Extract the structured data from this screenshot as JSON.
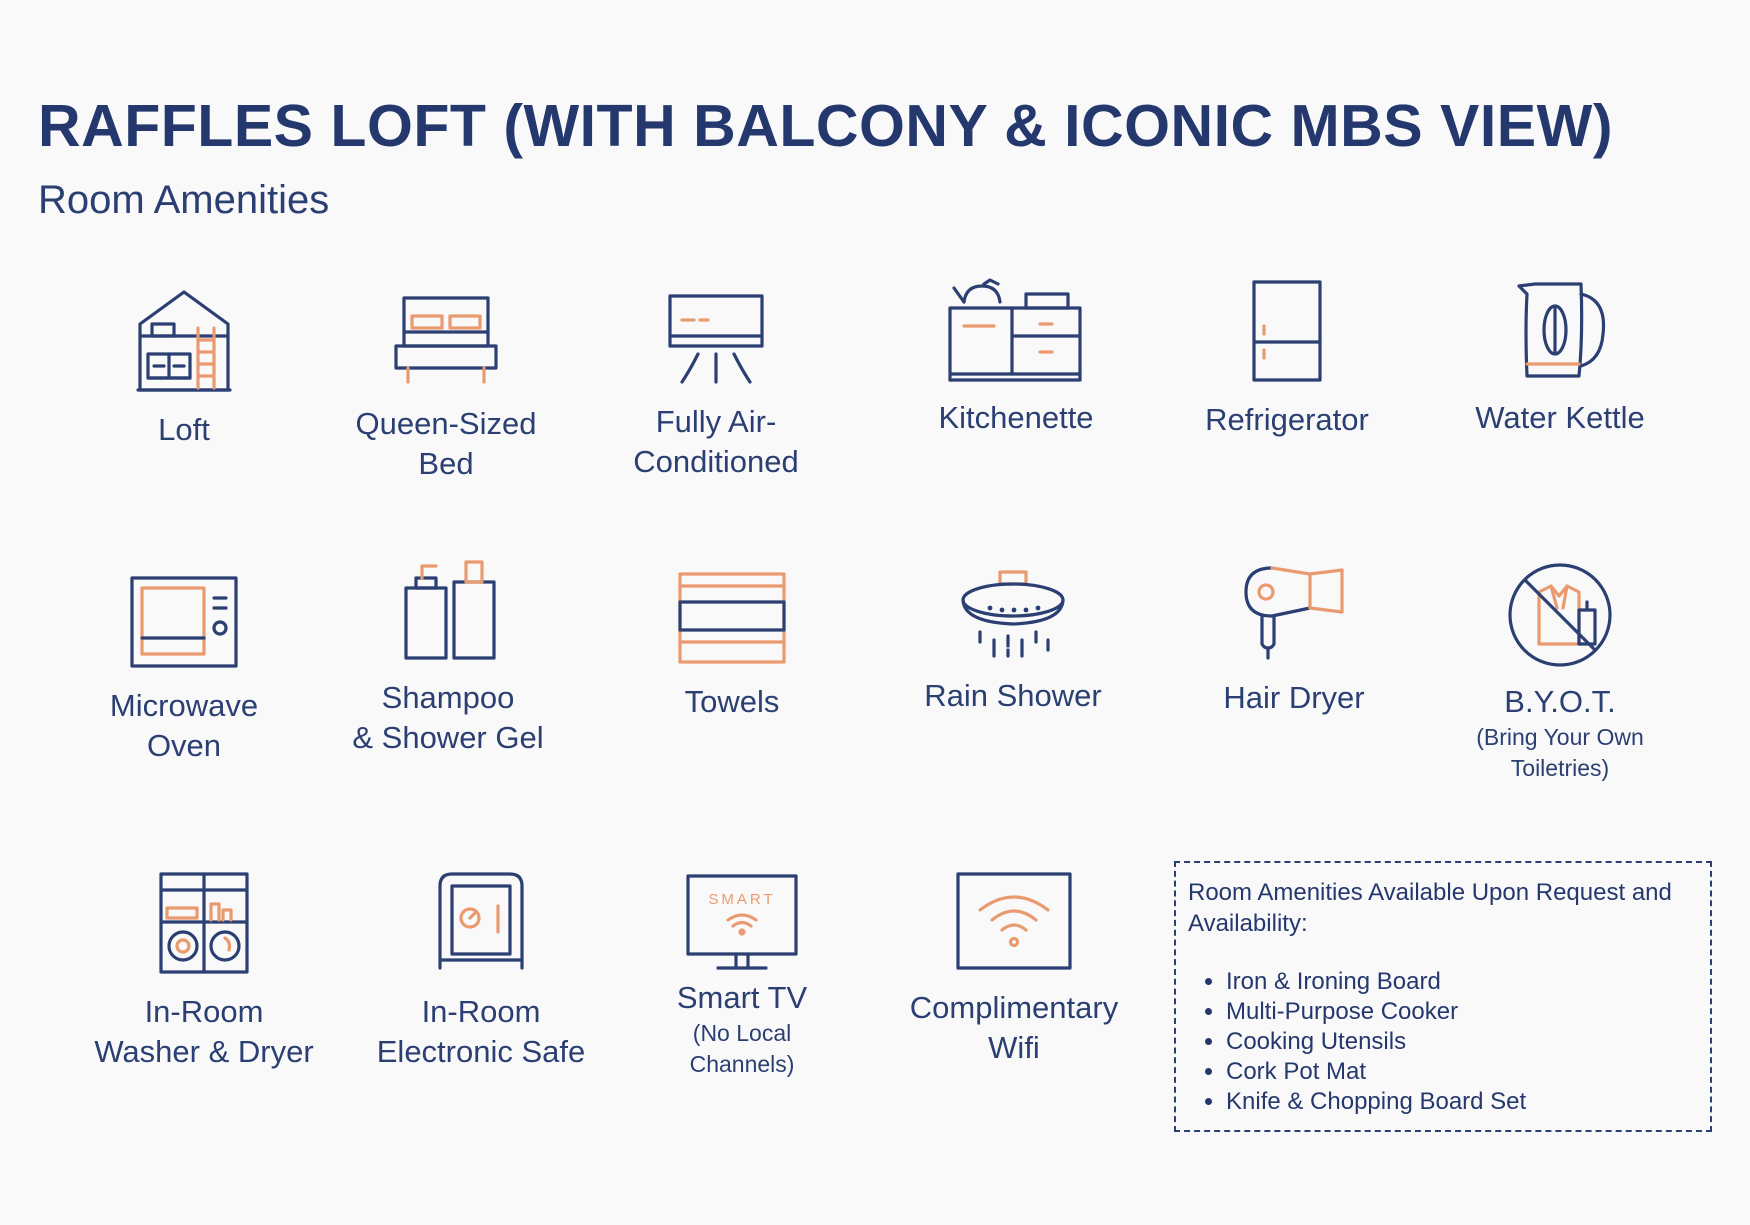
{
  "header": {
    "title": "RAFFLES LOFT (WITH BALCONY & ICONIC MBS VIEW)",
    "subtitle": "Room Amenities"
  },
  "amenities": [
    {
      "icon": "loft-icon",
      "label": "Loft"
    },
    {
      "icon": "bed-icon",
      "label": "Queen-Sized\nBed"
    },
    {
      "icon": "air-conditioner-icon",
      "label": "Fully Air-\nConditioned"
    },
    {
      "icon": "kitchenette-icon",
      "label": "Kitchenette"
    },
    {
      "icon": "refrigerator-icon",
      "label": "Refrigerator"
    },
    {
      "icon": "water-kettle-icon",
      "label": "Water Kettle"
    },
    {
      "icon": "microwave-icon",
      "label": "Microwave\nOven"
    },
    {
      "icon": "toiletries-bottles-icon",
      "label": "Shampoo\n& Shower Gel"
    },
    {
      "icon": "towels-icon",
      "label": "Towels"
    },
    {
      "icon": "rain-shower-icon",
      "label": "Rain Shower"
    },
    {
      "icon": "hair-dryer-icon",
      "label": "Hair Dryer"
    },
    {
      "icon": "no-toiletries-icon",
      "label": "B.Y.O.T.",
      "note": "(Bring Your Own\nToiletries)"
    },
    {
      "icon": "washer-dryer-icon",
      "label": "In-Room\nWasher & Dryer"
    },
    {
      "icon": "safe-icon",
      "label": "In-Room\nElectronic Safe"
    },
    {
      "icon": "smart-tv-icon",
      "label": "Smart TV",
      "note": "(No Local\nChannels)",
      "screen_text": "SMART"
    },
    {
      "icon": "wifi-icon",
      "label": "Complimentary\nWifi"
    }
  ],
  "request_box": {
    "heading": "Room Amenities Available Upon Request and Availability:",
    "items": [
      "Iron & Ironing Board",
      "Multi-Purpose Cooker",
      "Cooking Utensils",
      "Cork Pot Mat",
      "Knife & Chopping Board Set"
    ]
  },
  "colors": {
    "navy": "#2b3f72",
    "title_navy": "#25386e",
    "accent_orange": "#ea9a6f",
    "background": "#f9f9fa"
  }
}
